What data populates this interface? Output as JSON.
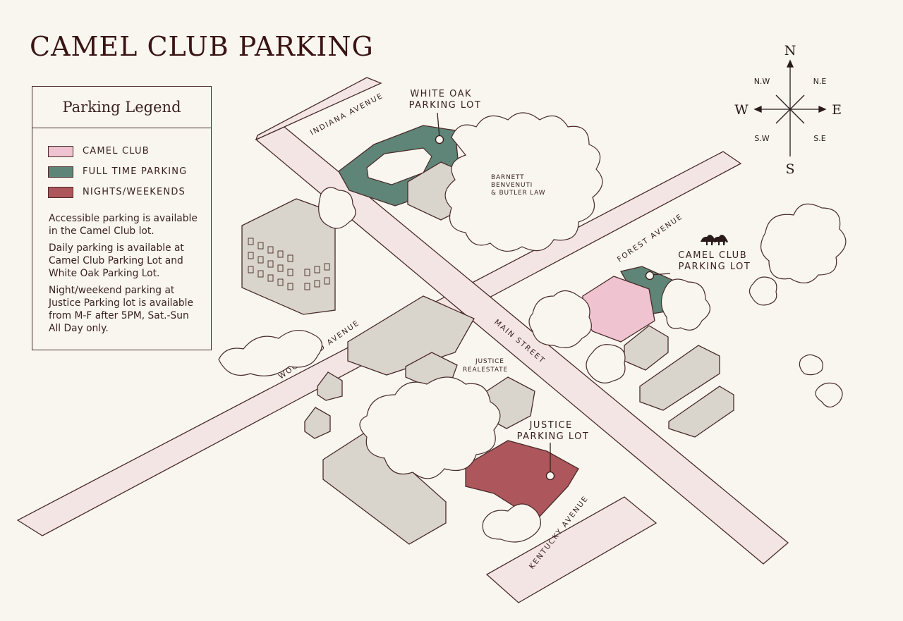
{
  "title": "CAMEL CLUB PARKING",
  "legend": {
    "title": "Parking Legend",
    "items": [
      {
        "label": "CAMEL CLUB",
        "color": "#efc3cf"
      },
      {
        "label": "FULL TIME PARKING",
        "color": "#5e8577"
      },
      {
        "label": "NIGHTS/WEEKENDS",
        "color": "#ad565b"
      }
    ],
    "notes": [
      "Accessible parking is available in the Camel Club lot.",
      "Daily parking is available at Camel Club Parking Lot and White Oak Parking Lot.",
      "Night/weekend parking at Justice Parking lot is available from M-F after 5PM, Sat.-Sun All Day only."
    ]
  },
  "roads": {
    "indiana": "INDIANA AVENUE",
    "forest": "FOREST AVENUE",
    "woodland": "WOODLAND AVENUE",
    "main": "MAIN STREET",
    "kentucky": "KENTUCKY AVENUE"
  },
  "lots": {
    "white_oak": [
      "WHITE OAK",
      "PARKING LOT"
    ],
    "camel_club": [
      "CAMEL CLUB",
      "PARKING LOT"
    ],
    "justice": [
      "JUSTICE",
      "PARKING LOT"
    ]
  },
  "places": {
    "barnett": [
      "BARNETT",
      "BENVENUTI",
      "& BUTLER LAW"
    ],
    "justice_realestate": [
      "JUSTICE",
      "REALESTATE"
    ]
  },
  "compass": {
    "n": "N",
    "s": "S",
    "e": "E",
    "w": "W",
    "nw": "N.W",
    "ne": "N.E",
    "sw": "S.W",
    "se": "S.E"
  },
  "colors": {
    "road": "#f3e5e4",
    "building": "#d9d5cc",
    "ink": "#3a1f1f"
  }
}
